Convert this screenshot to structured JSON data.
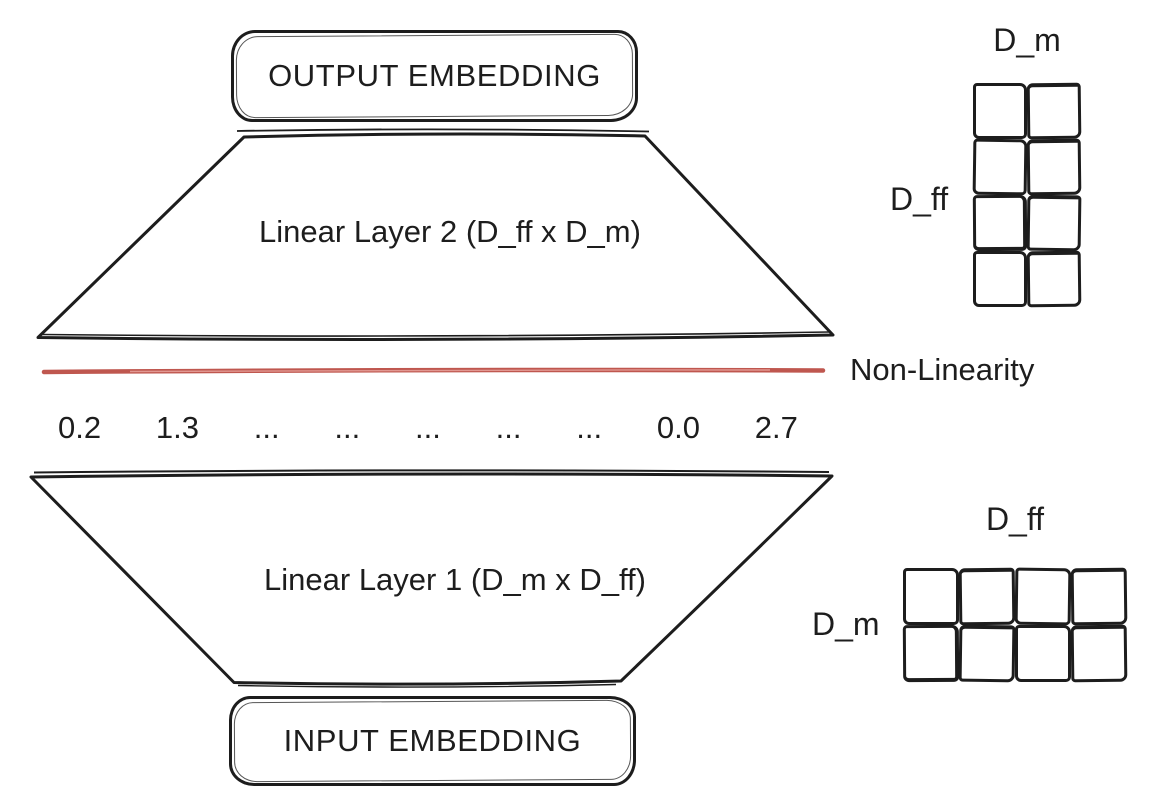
{
  "diagram": {
    "ink_color": "#1d1d1d",
    "output_embedding": {
      "label": "OUTPUT EMBEDDING"
    },
    "layer2": {
      "label": "Linear Layer 2 (D_ff x D_m)"
    },
    "non_linearity": {
      "label": "Non-Linearity",
      "line_color": "#bf574f",
      "line_highlight": "#e5a099"
    },
    "activations": [
      "0.2",
      "1.3",
      "...",
      "...",
      "...",
      "...",
      "...",
      "0.0",
      "2.7"
    ],
    "layer1": {
      "label": "Linear Layer 1 (D_m x D_ff)"
    },
    "input_embedding": {
      "label": "INPUT EMBEDDING"
    },
    "weight_matrix_layer2": {
      "cols_label": "D_m",
      "rows_label": "D_ff",
      "cols": 2,
      "rows": 4
    },
    "weight_matrix_layer1": {
      "cols_label": "D_ff",
      "rows_label": "D_m",
      "cols": 4,
      "rows": 2
    }
  }
}
